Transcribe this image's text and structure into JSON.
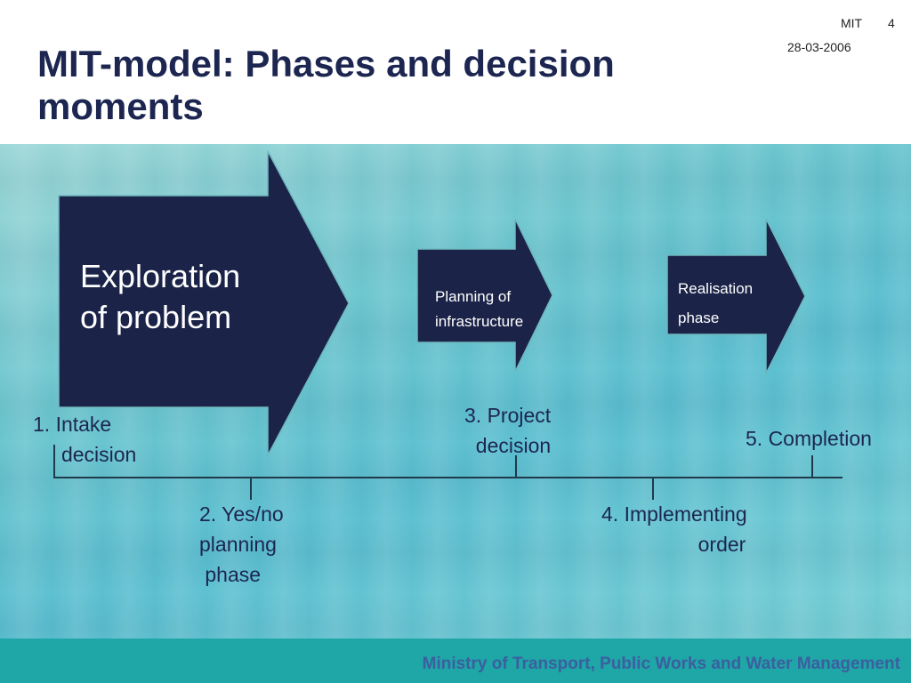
{
  "header": {
    "title": "MIT-model: Phases and decision\nmoments",
    "organization": "MIT",
    "slide_number": "4",
    "date": "28-03-2006"
  },
  "phases": [
    {
      "label": "Exploration\nof problem"
    },
    {
      "label": "Planning of\ninfrastructure"
    },
    {
      "label": "Realisation\nphase"
    }
  ],
  "decision_moments": [
    {
      "label": "1. Intake\n     decision"
    },
    {
      "label": "2. Yes/no\nplanning\n phase"
    },
    {
      "label": "3. Project\n  decision"
    },
    {
      "label": "4. Implementing\n                 order"
    },
    {
      "label": "5. Completion"
    }
  ],
  "footer": {
    "text": "Ministry of Transport, Public Works and Water Management"
  },
  "colors": {
    "title": "#1c2650",
    "arrow_fill": "#1b2448",
    "arrow_outline": "#6fb8bf",
    "background_teal": "#6cc6cf",
    "footer_bar": "#1fa6a6",
    "footer_text": "#3b5fa0"
  }
}
